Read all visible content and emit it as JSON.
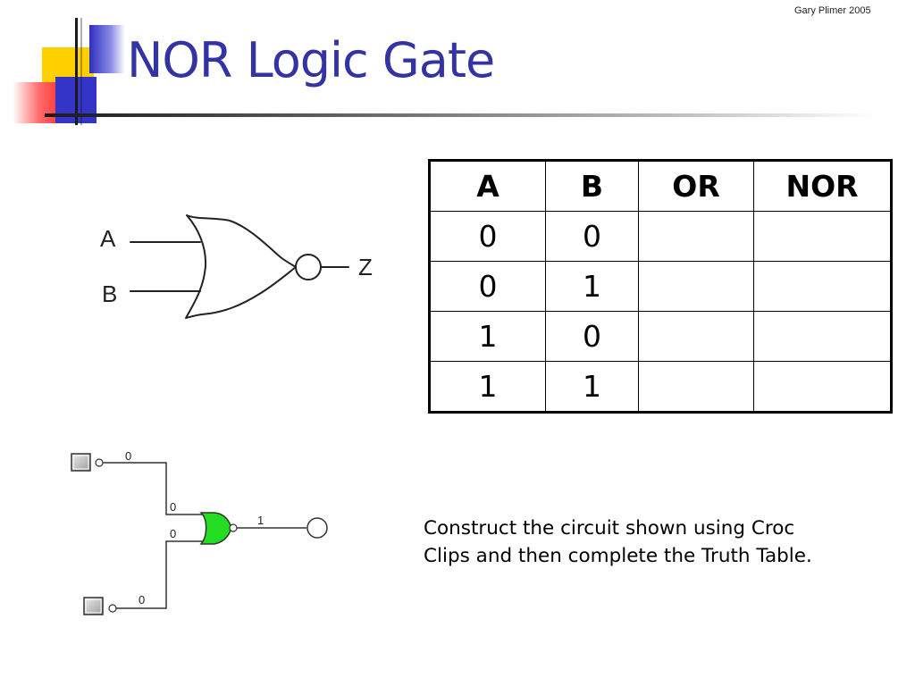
{
  "slide": {
    "credit": "Gary Plimer 2005",
    "title": "NOR Logic Gate"
  },
  "gate_symbol": {
    "input_a": "A",
    "input_b": "B",
    "output": "Z"
  },
  "truth_table": {
    "headers": [
      "A",
      "B",
      "OR",
      "NOR"
    ],
    "rows": [
      [
        "0",
        "0",
        "",
        ""
      ],
      [
        "0",
        "1",
        "",
        ""
      ],
      [
        "1",
        "0",
        "",
        ""
      ],
      [
        "1",
        "1",
        "",
        ""
      ]
    ]
  },
  "circuit": {
    "wire_top_in": "0",
    "wire_top_gate": "0",
    "wire_bottom_gate": "0",
    "wire_bottom_in": "0",
    "wire_out": "1",
    "gate_color": "#22dd22"
  },
  "instructions": "Construct the circuit shown using Croc Clips and then complete the Truth Table."
}
